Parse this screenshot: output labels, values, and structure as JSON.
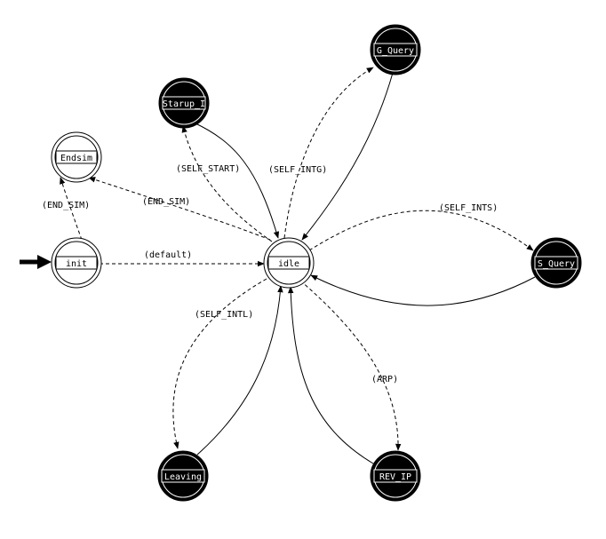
{
  "states": [
    {
      "id": "init",
      "label": "init",
      "kind": "forced"
    },
    {
      "id": "idle",
      "label": "idle",
      "kind": "forced"
    },
    {
      "id": "endsim",
      "label": "Endsim",
      "kind": "forced"
    },
    {
      "id": "starup",
      "label": "Starup_I",
      "kind": "unforced"
    },
    {
      "id": "gquery",
      "label": "G_Query",
      "kind": "unforced"
    },
    {
      "id": "squery",
      "label": "S_Query",
      "kind": "unforced"
    },
    {
      "id": "leaving",
      "label": "Leaving",
      "kind": "unforced"
    },
    {
      "id": "revip",
      "label": "REV_IP",
      "kind": "unforced"
    }
  ],
  "transitions": [
    {
      "id": "t-default",
      "from": "init",
      "to": "idle",
      "label": "(default)",
      "style": "dashed"
    },
    {
      "id": "t-endsim-a",
      "from": "init",
      "to": "endsim",
      "label": "(END_SIM)",
      "style": "dashed"
    },
    {
      "id": "t-endsim-b",
      "from": "idle",
      "to": "endsim",
      "label": "(END_SIM)",
      "style": "dashed"
    },
    {
      "id": "t-self-start",
      "from": "idle",
      "to": "starup",
      "label": "(SELF_START)",
      "style": "dashed"
    },
    {
      "id": "t-starup-ret",
      "from": "starup",
      "to": "idle",
      "label": "",
      "style": "solid"
    },
    {
      "id": "t-self-intg",
      "from": "idle",
      "to": "gquery",
      "label": "(SELF_INTG)",
      "style": "dashed"
    },
    {
      "id": "t-gquery-ret",
      "from": "gquery",
      "to": "idle",
      "label": "",
      "style": "solid"
    },
    {
      "id": "t-self-ints",
      "from": "idle",
      "to": "squery",
      "label": "(SELF_INTS)",
      "style": "dashed"
    },
    {
      "id": "t-squery-ret",
      "from": "squery",
      "to": "idle",
      "label": "",
      "style": "solid"
    },
    {
      "id": "t-self-intl",
      "from": "idle",
      "to": "leaving",
      "label": "(SELF_INTL)",
      "style": "dashed"
    },
    {
      "id": "t-leaving-ret",
      "from": "leaving",
      "to": "idle",
      "label": "",
      "style": "solid"
    },
    {
      "id": "t-arp",
      "from": "idle",
      "to": "revip",
      "label": "(ARP)",
      "style": "dashed"
    },
    {
      "id": "t-revip-ret",
      "from": "revip",
      "to": "idle",
      "label": "",
      "style": "solid"
    }
  ]
}
